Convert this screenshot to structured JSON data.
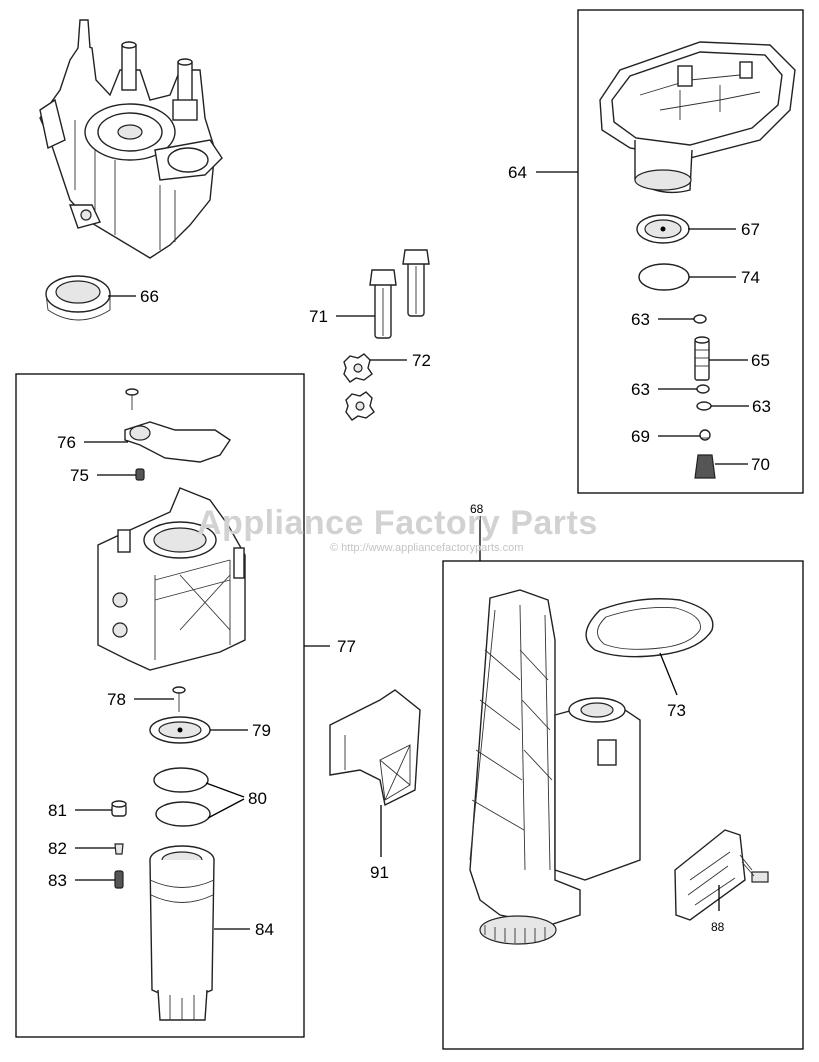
{
  "watermark": {
    "brand": "Appliance Factory Parts",
    "url": "© http://www.appliancefactoryparts.com"
  },
  "callouts": {
    "n64": "64",
    "n67": "67",
    "n74": "74",
    "n63a": "63",
    "n65": "65",
    "n63b": "63",
    "n63c": "63",
    "n69": "69",
    "n70": "70",
    "n66": "66",
    "n71": "71",
    "n72": "72",
    "n76": "76",
    "n75": "75",
    "n77": "77",
    "n78": "78",
    "n79": "79",
    "n80": "80",
    "n81": "81",
    "n82": "82",
    "n83": "83",
    "n84": "84",
    "n91": "91",
    "n68": "68",
    "n73": "73",
    "n88": "88"
  }
}
